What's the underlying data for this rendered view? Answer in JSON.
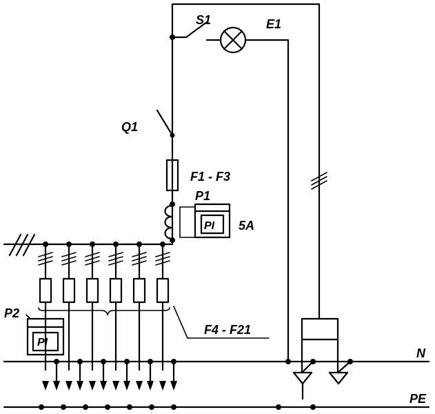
{
  "labels": {
    "switch": "S1",
    "lamp": "E1",
    "main_switch": "Q1",
    "main_fuses": "F1 - F3",
    "meter1": "P1",
    "meter1_face": "PI",
    "meter1_rating": "5A",
    "meter2": "P2",
    "meter2_face": "PI",
    "branch_fuses": "F4 - F21",
    "neutral": "N",
    "protective_earth": "PE"
  }
}
